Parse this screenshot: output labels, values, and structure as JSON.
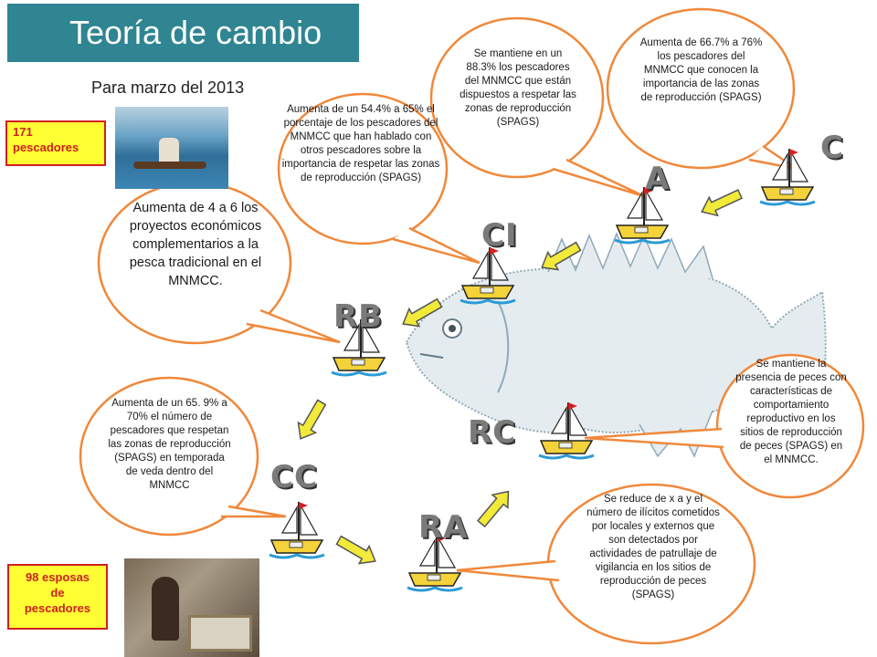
{
  "title": "Teoría de cambio",
  "subtitle": "Para marzo del 2013",
  "badges": {
    "fishermen": "171 pescadores",
    "wives": "98 esposas de pescadores"
  },
  "nodes": {
    "C": "C",
    "A": "A",
    "CI": "CI",
    "RB": "RB",
    "CC": "CC",
    "RA": "RA",
    "RC": "RC"
  },
  "callouts": {
    "C": "Aumenta de 66.7% a 76% los pescadores del MNMCC que conocen la importancia de las zonas de reproducción (SPAGS)",
    "A": "Se mantiene en un 88.3% los pescadores del MNMCC que están dispuestos a respetar las zonas de reproducción (SPAGS)",
    "CI": "Aumenta de un 54.4% a 65% el porcentaje de los pescadores del MNMCC que han hablado con otros pescadores sobre la importancia de respetar las zonas de reproducción (SPAGS)",
    "RB": "Aumenta de 4 a 6 los proyectos económicos complementarios a la pesca tradicional en el MNMCC.",
    "CC": "Aumenta de un 65. 9% a 70% el número de pescadores que respetan las zonas de reproducción (SPAGS) en temporada de veda dentro del MNMCC",
    "RC": "Se mantiene la presencia de peces con características de comportamiento reproductivo en los sitios de reproducción de peces (SPAGS) en el MNMCC.",
    "RA": "Se reduce de x a y el número de ilícitos cometidos por locales y externos que son detectados por actividades de patrullaje de vigilancia en los sitios de reproducción de peces (SPAGS)"
  },
  "colors": {
    "title_bg": "#2f8591",
    "bubble_border": "#f0883a",
    "arrow_fill": "#f2ea3a",
    "badge_bg": "#ffff33",
    "badge_text": "#d02020"
  }
}
